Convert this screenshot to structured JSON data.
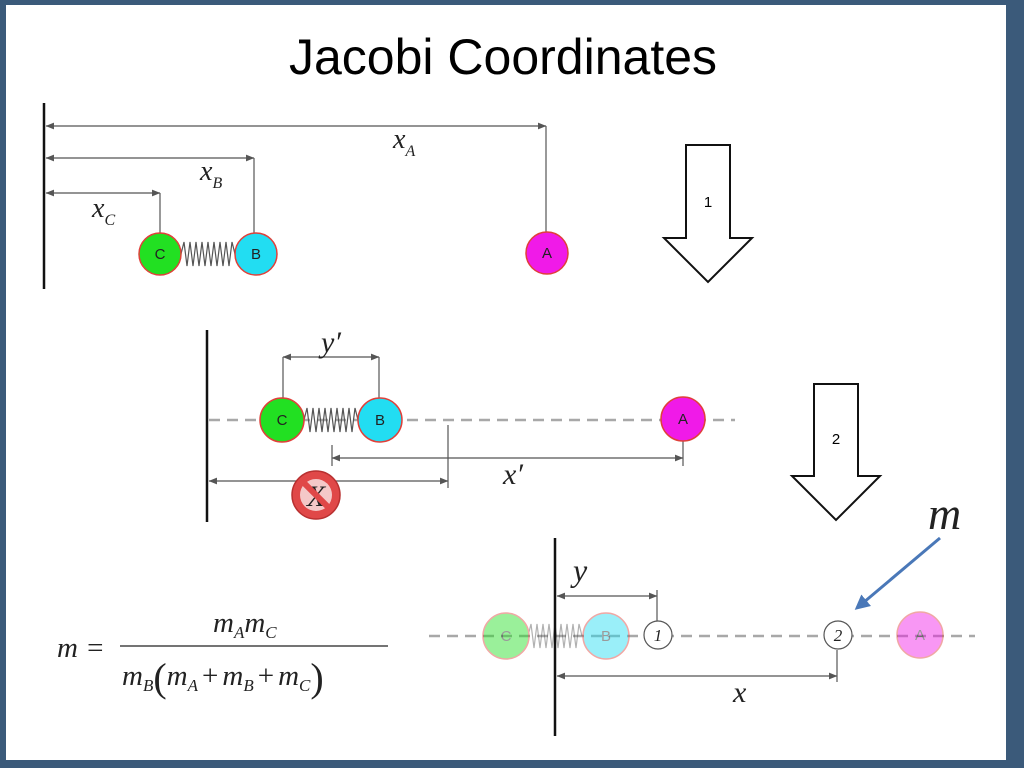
{
  "slide": {
    "title": "Jacobi Coordinates"
  },
  "colors": {
    "frame": "#3b5a7a",
    "background": "#ffffff",
    "ball_c": "#22e022",
    "ball_b": "#22ddf2",
    "ball_a": "#f01ae8",
    "ball_outline": "#e0403a",
    "dim_line": "#555555",
    "dashed_axis": "#a8a8a8",
    "prohibit": "#e04848",
    "blue_arrow": "#4a78b8"
  },
  "diagram": {
    "panel1": {
      "labels": {
        "x_a": "x",
        "x_a_sub": "A",
        "x_b": "x",
        "x_b_sub": "B",
        "x_c": "x",
        "x_c_sub": "C"
      },
      "balls": {
        "c": "C",
        "b": "B",
        "a": "A"
      }
    },
    "step_arrows": {
      "step1": "1",
      "step2": "2"
    },
    "panel2": {
      "labels": {
        "y_prime": "y′",
        "x_prime": "x′"
      },
      "balls": {
        "c": "C",
        "b": "B",
        "a": "A"
      },
      "prohibited_symbol": "X",
      "prohibit_icon": "prohibit-icon"
    },
    "panel3": {
      "labels": {
        "y": "y",
        "x": "x",
        "m": "m"
      },
      "balls": {
        "c": "C",
        "b": "B",
        "a": "A",
        "p1": "1",
        "p2": "2"
      }
    },
    "formula": {
      "lhs": "m =",
      "numerator": {
        "m1": "m",
        "s1": "A",
        "m2": "m",
        "s2": "C"
      },
      "denominator": {
        "m0": "m",
        "s0": "B",
        "paren_open": "(",
        "paren_close": ")",
        "m1": "m",
        "s1": "A",
        "plus1": "+",
        "m2": "m",
        "s2": "B",
        "plus2": "+",
        "m3": "m",
        "s3": "C"
      }
    }
  }
}
